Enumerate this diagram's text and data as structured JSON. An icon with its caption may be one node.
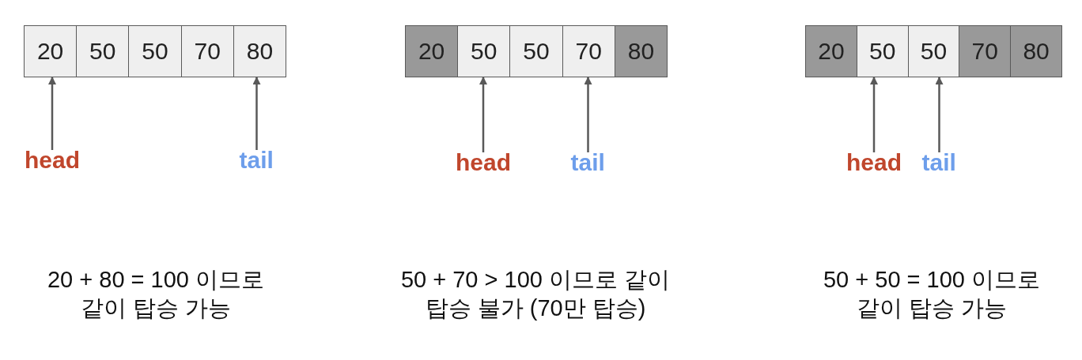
{
  "diagram": {
    "nodes": [
      {
        "text": [
          "20"
        ]
      },
      {
        "text": [
          "50"
        ]
      },
      {
        "text": [
          "50"
        ]
      },
      {
        "text": [
          "70"
        ]
      },
      {
        "text": [
          "80"
        ]
      },
      {
        "text": [
          "head"
        ]
      },
      {
        "text": [
          "tail"
        ]
      },
      {
        "text": [
          "20"
        ]
      },
      {
        "text": [
          "50"
        ]
      },
      {
        "text": [
          "50"
        ]
      },
      {
        "text": [
          "70"
        ]
      },
      {
        "text": [
          "80"
        ]
      },
      {
        "text": [
          "head"
        ]
      },
      {
        "text": [
          "tail"
        ]
      },
      {
        "text": [
          "20"
        ]
      },
      {
        "text": [
          "50"
        ]
      },
      {
        "text": [
          "50"
        ]
      },
      {
        "text": [
          "70"
        ]
      },
      {
        "text": [
          "80"
        ]
      },
      {
        "text": [
          "head"
        ]
      },
      {
        "text": [
          "tail"
        ]
      }
    ],
    "edges": [
      {
        "from": 5,
        "to": 0,
        "arrow": "to"
      },
      {
        "from": 6,
        "to": 4,
        "arrow": "to"
      },
      {
        "from": 12,
        "to": 8,
        "arrow": "to"
      },
      {
        "from": 13,
        "to": 10,
        "arrow": "to"
      },
      {
        "from": 19,
        "to": 15,
        "arrow": "to"
      },
      {
        "from": 20,
        "to": 16,
        "arrow": "to"
      }
    ],
    "labels": [
      "20 + 80 = 100 이므로 같이 탑승 가능",
      "50 + 70 > 100 이므로 같이 탑승 불가 (70만 탑승)",
      "50 + 50 = 100 이므로 같이 탑승 가능"
    ]
  }
}
